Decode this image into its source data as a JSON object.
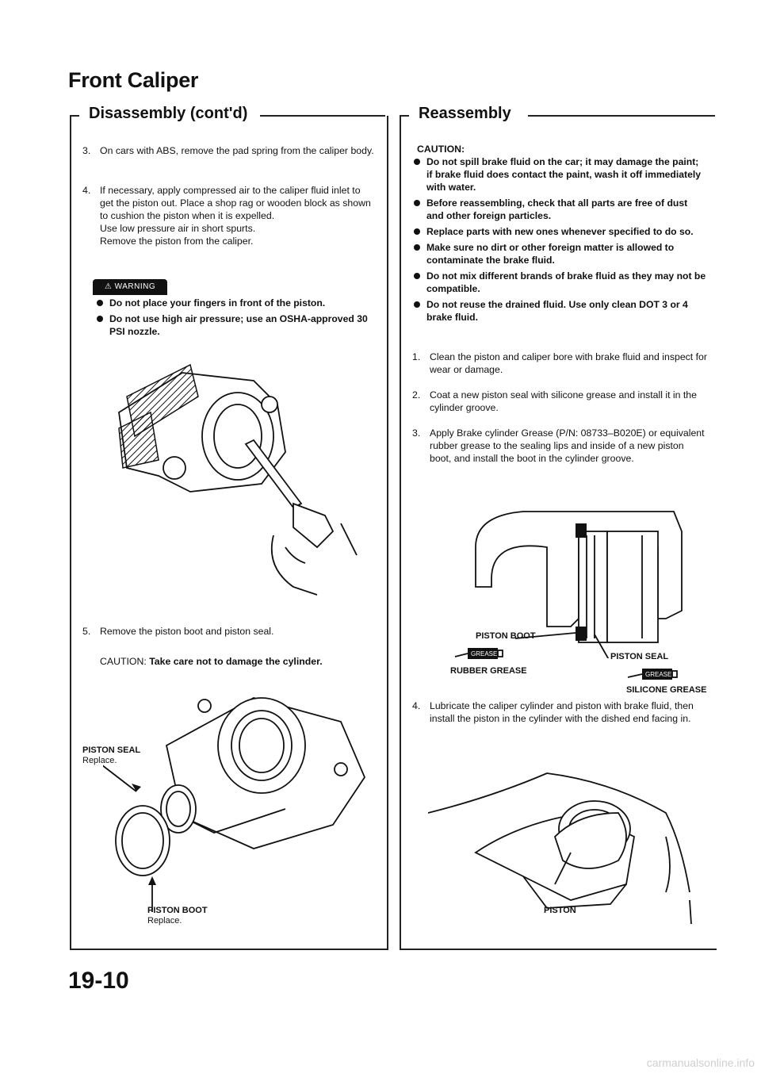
{
  "page_title": "Front Caliper",
  "left_section": {
    "heading": "Disassembly (cont'd)",
    "steps": [
      {
        "num": "3.",
        "text": "On cars with ABS, remove the pad spring from the caliper body."
      },
      {
        "num": "4.",
        "text": "If necessary, apply compressed air to the caliper fluid inlet to get the piston out. Place a shop rag or wooden block as shown to cushion the piston when it is expelled.",
        "extra1": "Use low pressure air in short spurts.",
        "extra2": "Remove the piston from the caliper."
      },
      {
        "num": "5.",
        "text": "Remove the piston boot and piston seal."
      }
    ],
    "warning_badge": "WARNING",
    "warning_items": [
      "Do not place your fingers in front of the piston.",
      "Do not use high air pressure; use an OSHA-approved 30 PSI nozzle."
    ],
    "caution_label": "CAUTION:",
    "caution_text": "Take care not to damage the cylinder.",
    "fig_labels": {
      "piston_seal": "PISTON SEAL",
      "piston_seal_sub": "Replace.",
      "piston_boot": "PISTON BOOT",
      "piston_boot_sub": "Replace."
    }
  },
  "right_section": {
    "heading": "Reassembly",
    "caution_label": "CAUTION:",
    "caution_items": [
      "Do not spill brake fluid on the car; it may damage the paint; if brake fluid does contact the paint, wash it off immediately with water.",
      "Before reassembling, check that all parts are free of dust and other foreign particles.",
      "Replace parts with new ones whenever specified to do so.",
      "Make sure no dirt or other foreign matter is allowed to contaminate the brake fluid.",
      "Do not mix different brands of brake fluid as they may not be compatible.",
      "Do not reuse the drained fluid. Use only clean DOT 3 or 4 brake fluid."
    ],
    "steps": [
      {
        "num": "1.",
        "text": "Clean the piston and caliper bore with brake fluid and inspect for wear or damage."
      },
      {
        "num": "2.",
        "text": "Coat a new piston seal with silicone grease and install it in the cylinder groove."
      },
      {
        "num": "3.",
        "text": "Apply Brake cylinder Grease (P/N: 08733–B020E) or equivalent rubber grease to the sealing lips and inside of a new piston boot, and install the boot in the cylinder groove."
      },
      {
        "num": "4.",
        "text": "Lubricate the caliper cylinder and piston with brake fluid, then install the piston in the cylinder with the dished end facing in."
      }
    ],
    "fig_labels": {
      "piston_boot": "PISTON BOOT",
      "rubber_grease": "RUBBER GREASE",
      "piston_seal": "PISTON SEAL",
      "silicone_grease": "SILICONE GREASE",
      "grease_tube": "GREASE",
      "piston": "PISTON"
    }
  },
  "page_number": "19-10",
  "watermark": "carmanualsonline.info"
}
